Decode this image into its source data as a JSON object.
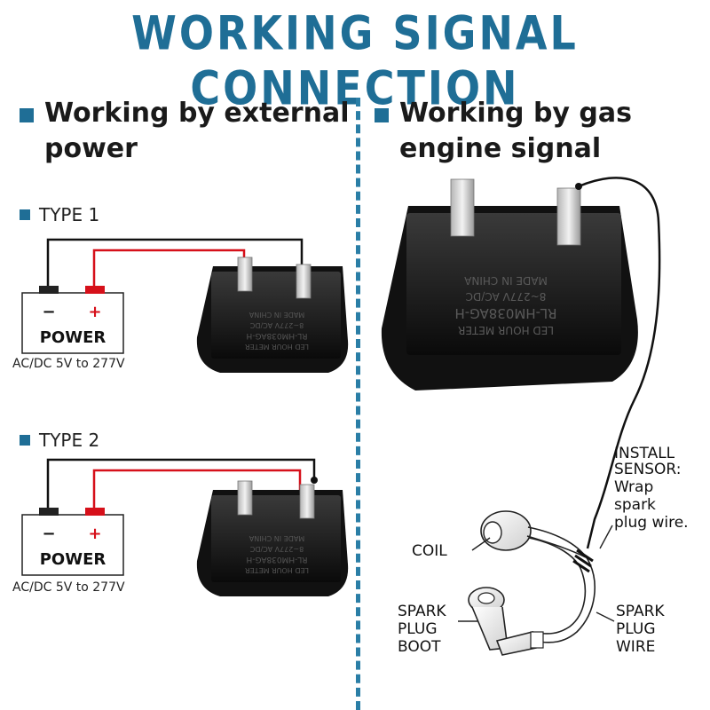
{
  "title": "WORKING SIGNAL CONNECTION",
  "left": {
    "heading_line1": "Working by external",
    "heading_line2": "power",
    "type1": "TYPE 1",
    "type2": "TYPE 2",
    "power_label": "POWER",
    "minus": "−",
    "plus": "+",
    "supply": "AC/DC 5V to 277V"
  },
  "right": {
    "heading_line1": "Working by gas",
    "heading_line2": "engine signal",
    "install_sensor": [
      "INSTALL",
      "SENSOR:",
      "Wrap",
      "spark",
      "plug wire."
    ],
    "coil": "COIL",
    "spark_plug_boot": [
      "SPARK",
      "PLUG",
      "BOOT"
    ],
    "spark_plug_wire": [
      "SPARK",
      "PLUG",
      "WIRE"
    ]
  },
  "meter_text": {
    "line1": "LED HOUR METER",
    "line2": "RL-HM038AG-H",
    "line3": "8~277V AC/DC",
    "line4": "MADE IN CHINA"
  },
  "colors": {
    "title": "#1f6e96",
    "accent": "#1f6e96",
    "red_wire": "#d6101a",
    "black_wire": "#111111"
  }
}
